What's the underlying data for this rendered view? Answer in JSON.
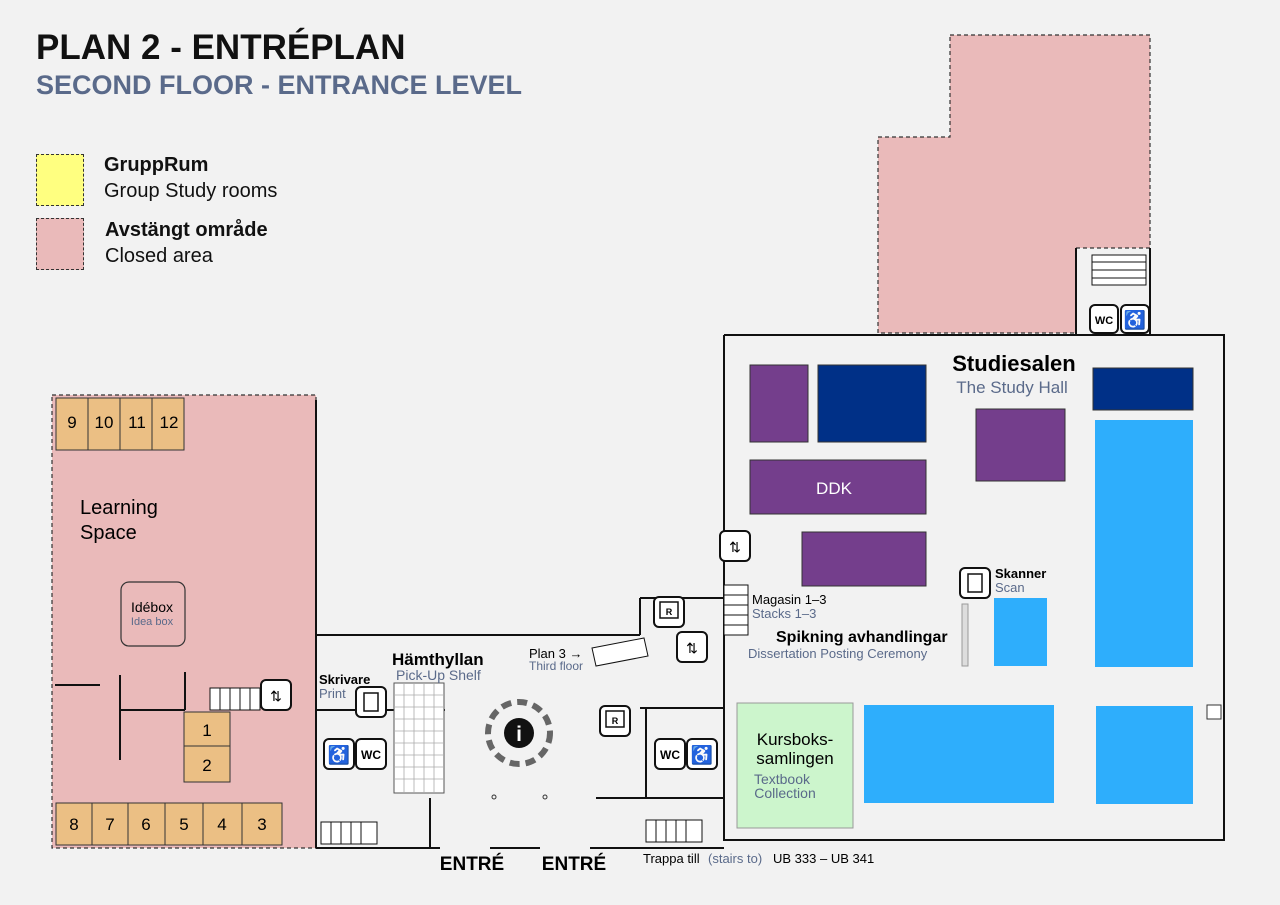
{
  "header": {
    "title": "PLAN 2 - ENTRÉPLAN",
    "subtitle": "SECOND FLOOR - ENTRANCE LEVEL"
  },
  "legend": {
    "group_rooms_sv": "GruppRum",
    "group_rooms_en": "Group Study rooms",
    "closed_sv": "Avstängt område",
    "closed_en": "Closed area"
  },
  "colors": {
    "closed": "#eababa",
    "group_room": "#ffff80",
    "room_orange": "#ebbf84",
    "purple": "#743e8c",
    "navy": "#003087",
    "sky": "#2eaefc",
    "green": "#ccf5cc",
    "sub_text": "#5a6a8a"
  },
  "labels": {
    "learning_space_1": "Learning",
    "learning_space_2": "Space",
    "idebox_sv": "Idébox",
    "idebox_en": "Idea box",
    "skrivare_sv": "Skrivare",
    "skrivare_en": "Print",
    "hamthyllan_sv": "Hämthyllan",
    "hamthyllan_en": "Pick-Up Shelf",
    "plan3_sv": "Plan 3 →",
    "plan3_en": "Third floor",
    "magasin_sv": "Magasin 1–3",
    "magasin_en": "Stacks 1–3",
    "spikning_sv": "Spikning avhandlingar",
    "spikning_en": "Dissertation Posting Ceremony",
    "studiesalen_sv": "Studiesalen",
    "studiesalen_en": "The Study Hall",
    "ddk": "DDK",
    "skanner_sv": "Skanner",
    "skanner_en": "Scan",
    "kursbok_sv_1": "Kursboks-",
    "kursbok_sv_2": "samlingen",
    "kursbok_en_1": "Textbook",
    "kursbok_en_2": "Collection",
    "entre_1": "ENTRÉ",
    "entre_2": "ENTRÉ",
    "trappa_sv": "Trappa till",
    "trappa_en": "(stairs to)",
    "trappa_rooms": "UB 333 – UB 341",
    "wc": "WC",
    "info": "i",
    "printer_r": "R"
  },
  "group_rooms_top": [
    "9",
    "10",
    "11",
    "12"
  ],
  "group_rooms_bottom": [
    "8",
    "7",
    "6",
    "5",
    "4",
    "3"
  ],
  "group_rooms_middle": [
    "1",
    "2"
  ]
}
